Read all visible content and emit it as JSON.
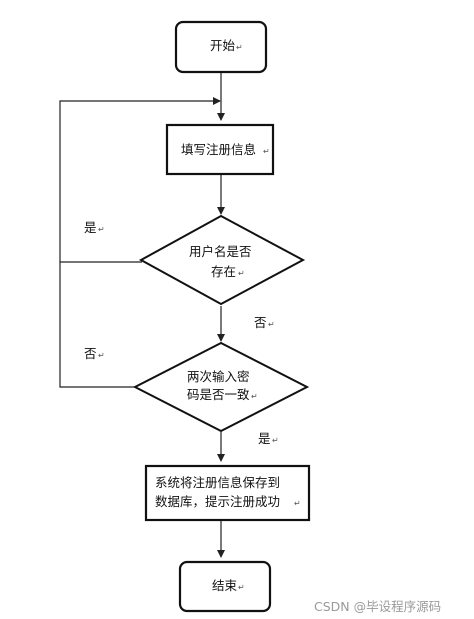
{
  "nodes": {
    "start": "开始",
    "fill_info": "填写注册信息",
    "check_username_line1": "用户名是否",
    "check_username_line2": "存在",
    "check_password_line1": "两次输入密",
    "check_password_line2": "码是否一致",
    "save_line1": "系统将注册信息保存到",
    "save_line2": "数据库，提示注册成功",
    "end": "结束"
  },
  "edges": {
    "username_yes": "是",
    "username_no": "否",
    "password_no": "否",
    "password_yes": "是"
  },
  "paragraph_mark": "↵",
  "watermark": "CSDN @毕设程序源码"
}
